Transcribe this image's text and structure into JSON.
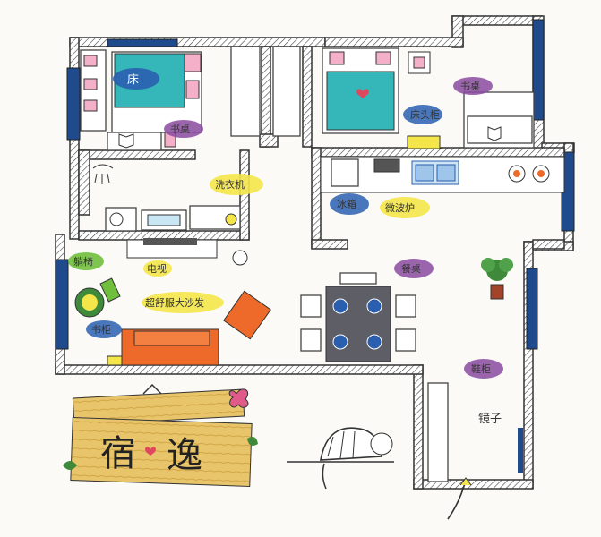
{
  "labels": {
    "bed": "床",
    "desk_left": "书桌",
    "desk_right": "书桌",
    "bedside_table": "床头柜",
    "washing_machine": "洗衣机",
    "tv": "电视",
    "fridge": "冰箱",
    "microwave": "微波炉",
    "dining_table": "餐桌",
    "sofa": "超舒服大沙发",
    "recliner": "躺椅",
    "cabinet": "书柜",
    "shoe_rack": "鞋柜",
    "mirror": "镜子",
    "sign_char1": "宿",
    "sign_char2": "逸"
  },
  "colors": {
    "wall_blue": "#1f4a8c",
    "bed_teal": "#35b6b8",
    "sofa_orange": "#ee6a2a",
    "table_gray": "#5e5e66",
    "sign_wood": "#e8c56b",
    "plant_green": "#3e8a3a",
    "highlight_yellow": "#f4e64a",
    "highlight_purple": "#8a4aa0",
    "highlight_blue": "#2a5fb0",
    "highlight_green": "#6fbf3c"
  },
  "icons": [
    "shower-icon",
    "toilet-icon",
    "sink-icon",
    "stove-icon",
    "plant-icon",
    "cat-icon",
    "leaf-icon",
    "heart-icon",
    "phone-icon",
    "arrow-icon"
  ]
}
